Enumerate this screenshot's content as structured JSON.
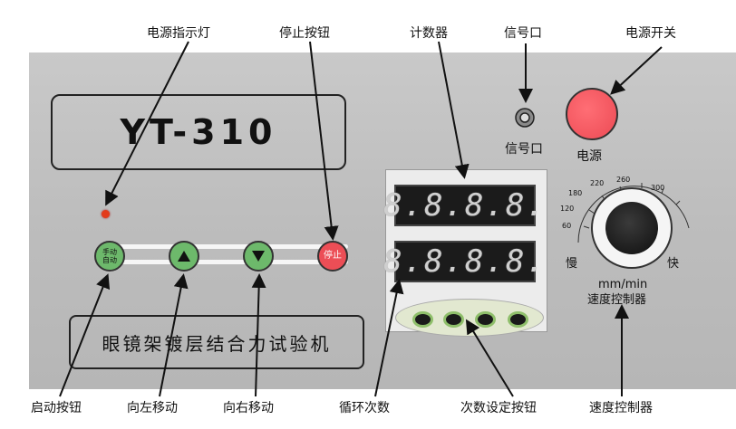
{
  "callouts_top": {
    "power_indicator": "电源指示灯",
    "stop_button": "停止按钮",
    "counter": "计数器",
    "signal_port": "信号口",
    "power_switch": "电源开关"
  },
  "callouts_bottom": {
    "start_button": "启动按钮",
    "move_left": "向左移动",
    "move_right": "向右移动",
    "cycle_count": "循环次数",
    "count_set_button": "次数设定按钮",
    "speed_controller": "速度控制器"
  },
  "panel": {
    "model": "YT-310",
    "machine_name": "眼镜架镀层结合力试验机",
    "manual_auto_line1": "手动",
    "manual_auto_line2": "自动",
    "stop_label": "停止",
    "display_top": "8.8.8.8.",
    "display_bottom": "8.8.8.8.",
    "signal_port_label": "信号口",
    "power_label": "电源",
    "speed_unit": "mm/min",
    "speed_label": "速度控制器",
    "slow_label": "慢",
    "fast_label": "快",
    "scale_ticks": [
      "60",
      "120",
      "180",
      "220",
      "260",
      "300"
    ]
  },
  "colors": {
    "panel": "#c2c2c2",
    "green_button": "#6db96b",
    "red_button": "#ec4e56",
    "led": "#e23b1c"
  }
}
